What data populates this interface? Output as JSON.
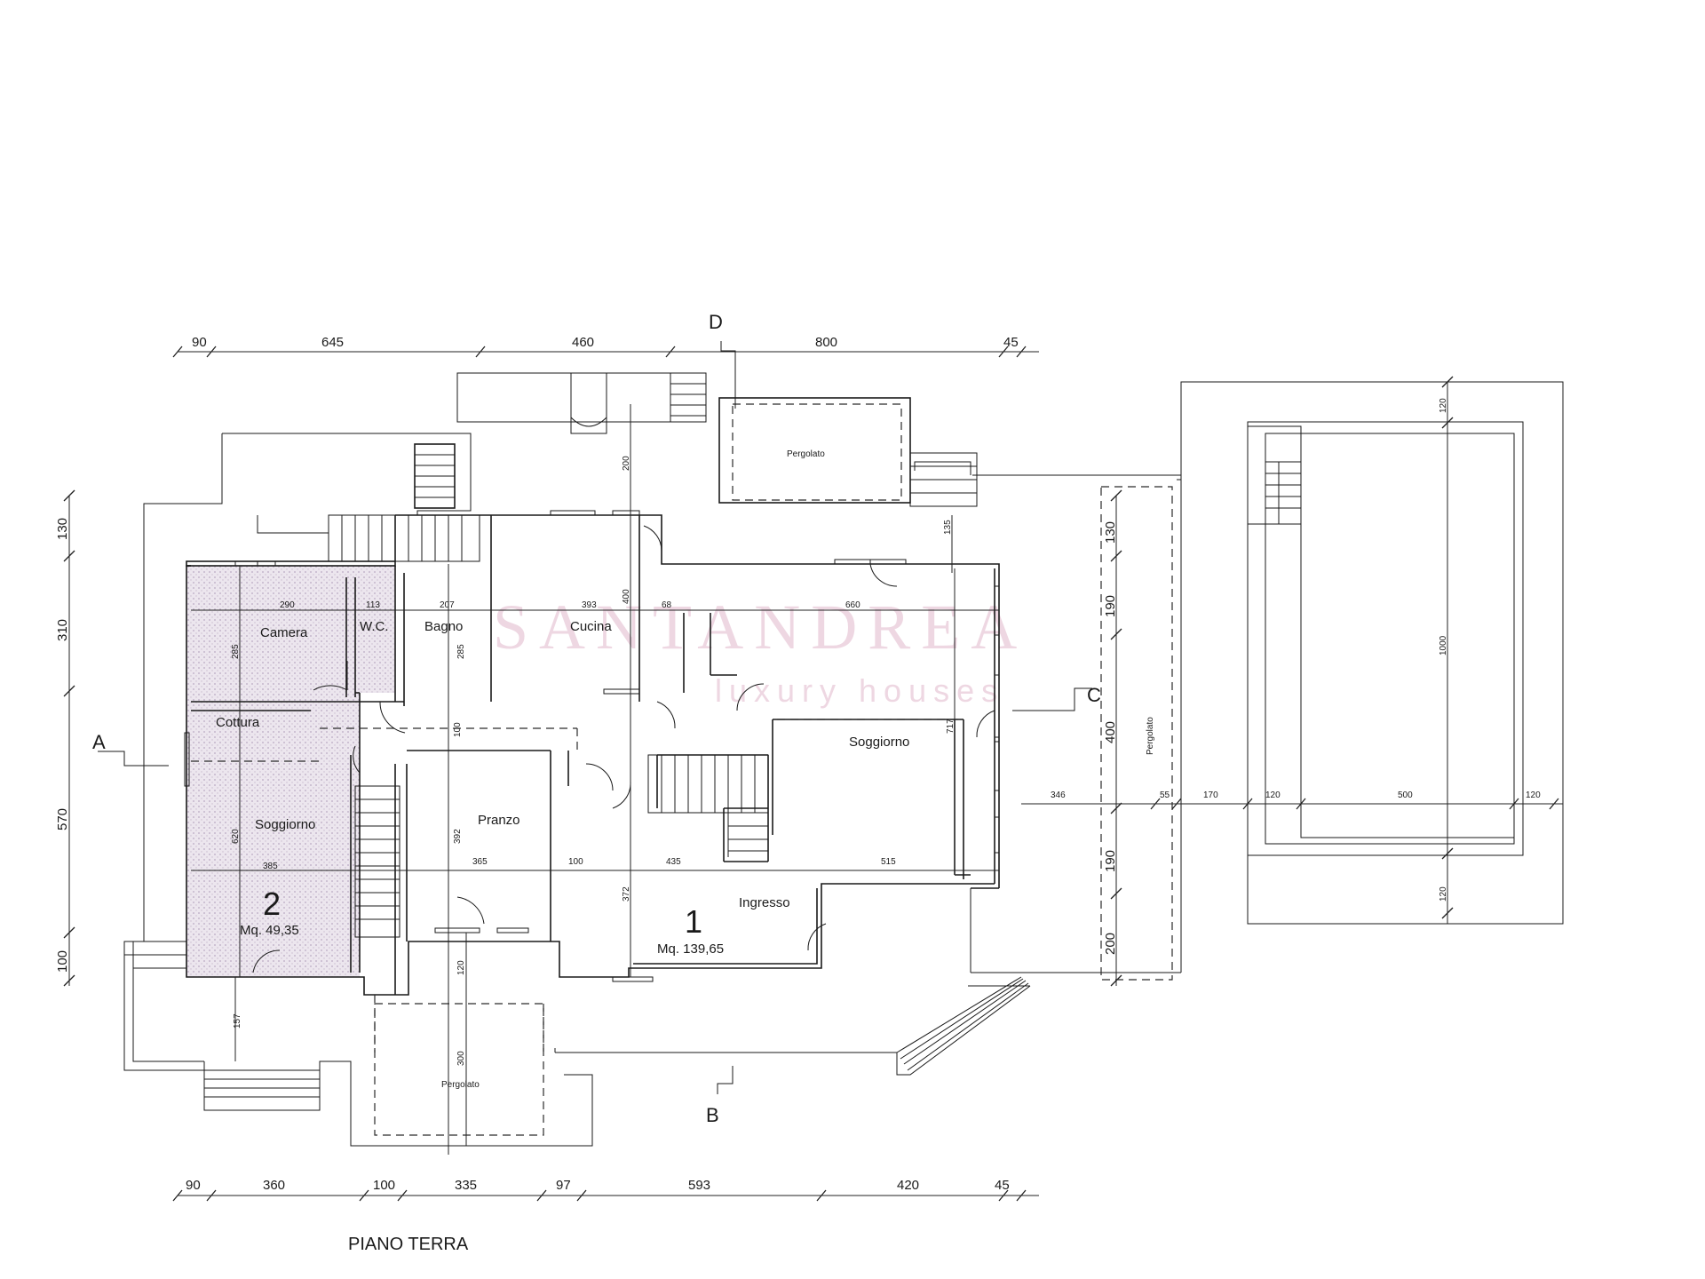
{
  "title": "PIANO TERRA",
  "watermark": {
    "brand": "SANTANDREA",
    "tagline": "luxury houses"
  },
  "section_marks": {
    "a": "A",
    "b": "B",
    "c": "C",
    "d": "D"
  },
  "units": [
    {
      "number": "1",
      "area": "Mq. 139,65"
    },
    {
      "number": "2",
      "area": "Mq. 49,35"
    }
  ],
  "rooms": {
    "camera": "Camera",
    "wc": "W.C.",
    "bagno": "Bagno",
    "cucina": "Cucina",
    "cottura": "Cottura",
    "soggiorno_left": "Soggiorno",
    "soggiorno_right": "Soggiorno",
    "pranzo": "Pranzo",
    "ingresso": "Ingresso",
    "pergolato_top": "Pergolato",
    "pergolato_bottom": "Pergolato",
    "pergolato_side": "Pergolato"
  },
  "dims_top": [
    "90",
    "645",
    "460",
    "800",
    "45"
  ],
  "dims_bottom": [
    "90",
    "360",
    "100",
    "335",
    "97",
    "593",
    "420",
    "45"
  ],
  "dims_left": [
    "130",
    "310",
    "570",
    "100"
  ],
  "dims_side": [
    "130",
    "190",
    "400",
    "190",
    "200"
  ],
  "dims_interior": {
    "d290": "290",
    "d113": "113",
    "d207": "207",
    "d393": "393",
    "d68": "68",
    "d660": "660",
    "d285a": "285",
    "d285b": "285",
    "d620": "620",
    "d385": "385",
    "d365": "365",
    "d100a": "100",
    "d100b": "100",
    "d435": "435",
    "d515": "515",
    "d372": "372",
    "d392": "392",
    "d400": "400",
    "d200": "200",
    "d135": "135",
    "d717": "717",
    "d157": "157",
    "d120": "120",
    "d300": "300"
  },
  "dims_pool": {
    "p346": "346",
    "p55": "55",
    "p170": "170",
    "p120a": "120",
    "p500": "500",
    "p120b": "120",
    "p120top": "120",
    "p1000": "1000",
    "p120bot": "120"
  }
}
